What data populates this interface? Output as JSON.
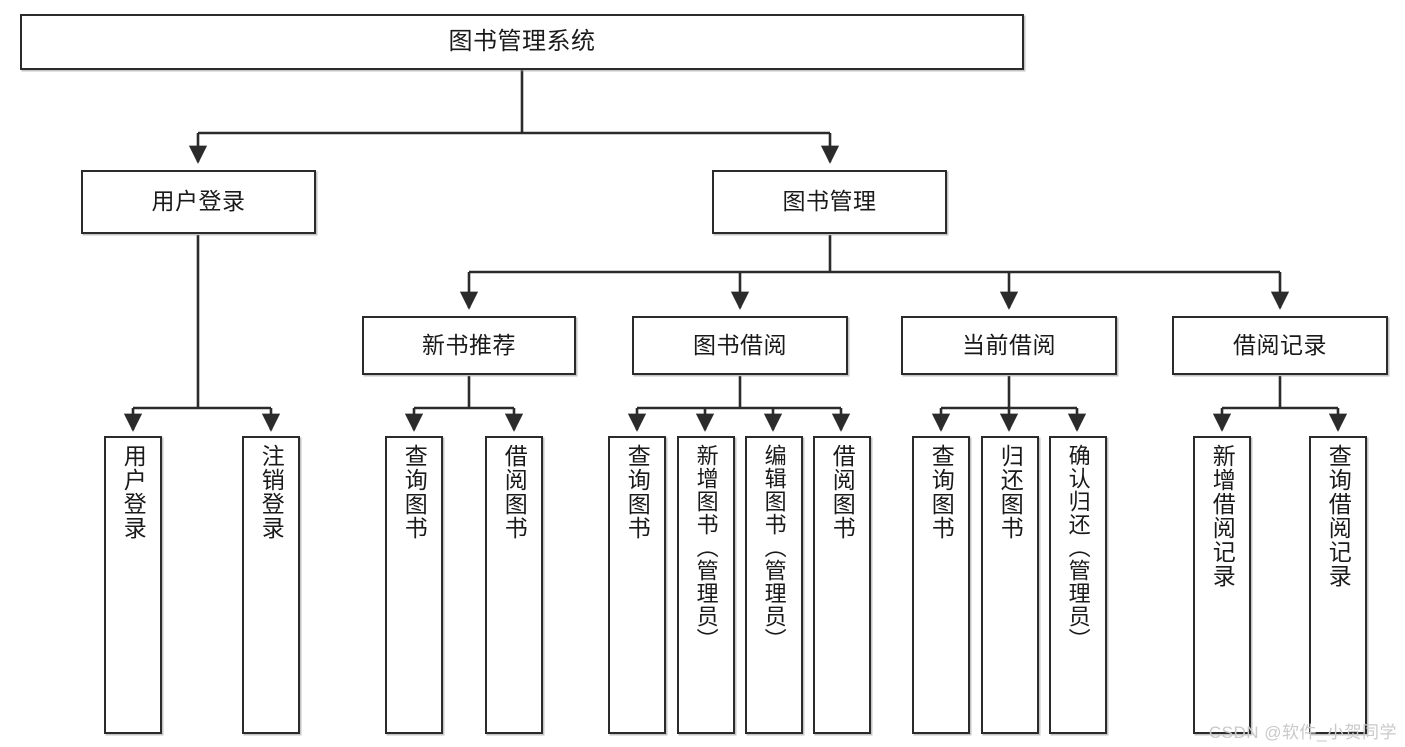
{
  "diagram": {
    "title": "图书管理系统",
    "type": "hierarchy-tree",
    "colors": {
      "box_border": "#2b2b2b",
      "box_fill": "#ffffff",
      "edge": "#2b2b2b",
      "text": "#1a1a1a",
      "watermark": "#c9c9c9",
      "background": "#ffffff"
    },
    "root": {
      "id": "root",
      "label": "图书管理系统",
      "orientation": "horizontal"
    },
    "level2": [
      {
        "id": "user-login",
        "label": "用户登录",
        "orientation": "horizontal"
      },
      {
        "id": "book-manage",
        "label": "图书管理",
        "orientation": "horizontal"
      }
    ],
    "level3": [
      {
        "id": "new-book-recommend",
        "label": "新书推荐",
        "orientation": "horizontal"
      },
      {
        "id": "book-borrow",
        "label": "图书借阅",
        "orientation": "horizontal"
      },
      {
        "id": "current-borrow",
        "label": "当前借阅",
        "orientation": "horizontal"
      },
      {
        "id": "borrow-record",
        "label": "借阅记录",
        "orientation": "horizontal"
      }
    ],
    "leaves": [
      {
        "id": "leaf-user-login",
        "label": "用户登录",
        "parent": "user-login",
        "orientation": "vertical"
      },
      {
        "id": "leaf-user-logout",
        "label": "注销登录",
        "parent": "user-login",
        "orientation": "vertical"
      },
      {
        "id": "leaf-query-book-1",
        "label": "查询图书",
        "parent": "new-book-recommend",
        "orientation": "vertical"
      },
      {
        "id": "leaf-borrow-book-1",
        "label": "借阅图书",
        "parent": "new-book-recommend",
        "orientation": "vertical"
      },
      {
        "id": "leaf-query-book-2",
        "label": "查询图书",
        "parent": "book-borrow",
        "orientation": "vertical"
      },
      {
        "id": "leaf-add-book",
        "label": "新增图书（管理员）",
        "parent": "book-borrow",
        "orientation": "vertical"
      },
      {
        "id": "leaf-edit-book",
        "label": "编辑图书（管理员）",
        "parent": "book-borrow",
        "orientation": "vertical"
      },
      {
        "id": "leaf-borrow-book-2",
        "label": "借阅图书",
        "parent": "book-borrow",
        "orientation": "vertical"
      },
      {
        "id": "leaf-query-book-3",
        "label": "查询图书",
        "parent": "current-borrow",
        "orientation": "vertical"
      },
      {
        "id": "leaf-return-book",
        "label": "归还图书",
        "parent": "current-borrow",
        "orientation": "vertical"
      },
      {
        "id": "leaf-confirm-return",
        "label": "确认归还（管理员）",
        "parent": "current-borrow",
        "orientation": "vertical"
      },
      {
        "id": "leaf-add-record",
        "label": "新增借阅记录",
        "parent": "borrow-record",
        "orientation": "vertical"
      },
      {
        "id": "leaf-query-record",
        "label": "查询借阅记录",
        "parent": "borrow-record",
        "orientation": "vertical"
      }
    ]
  },
  "watermark": {
    "text": "CSDN @软件_小贺同学"
  }
}
